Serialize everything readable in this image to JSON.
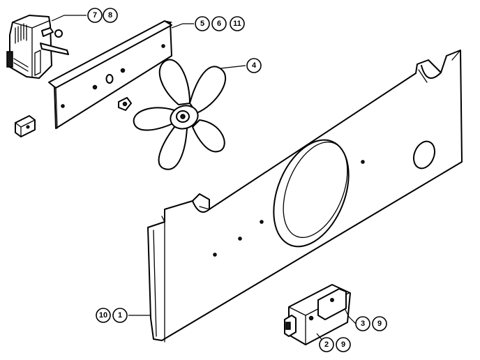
{
  "callouts": {
    "motor_a": "7",
    "motor_b": "8",
    "bracket_a": "5",
    "bracket_b": "6",
    "bracket_c": "11",
    "fan_blade": "4",
    "panel_a": "10",
    "panel_b": "1",
    "switch_top_a": "3",
    "switch_top_b": "9",
    "switch_bottom_a": "2",
    "switch_bottom_b": "9"
  }
}
